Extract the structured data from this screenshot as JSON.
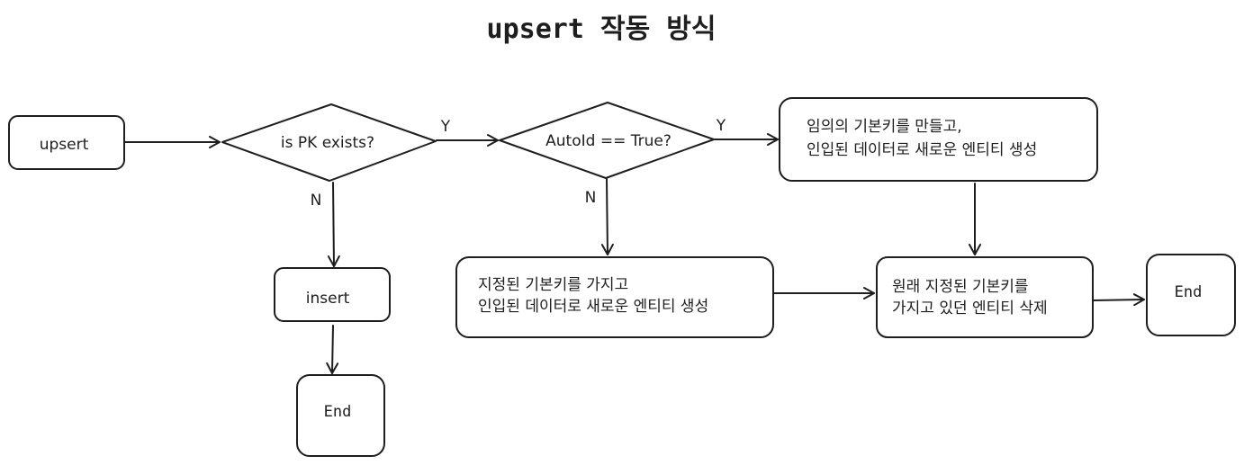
{
  "title": "upsert 작동 방식",
  "nodes": {
    "upsert": "upsert",
    "is_pk": "is PK exists?",
    "autoid": "AutoId == True?",
    "random_pk_1": "임의의 기본키를 만들고,",
    "random_pk_2": "인입된 데이터로 새로운 엔티티 생성",
    "insert": "insert",
    "end_left": "End",
    "given_pk_1": "지정된 기본키를 가지고",
    "given_pk_2": "인입된 데이터로 새로운 엔티티 생성",
    "delete_1": "원래 지정된 기본키를",
    "delete_2": "가지고 있던 엔티티 삭제",
    "end_right": "End"
  },
  "edges": {
    "pk_yes": "Y",
    "pk_no": "N",
    "auto_yes": "Y",
    "auto_no": "N"
  }
}
